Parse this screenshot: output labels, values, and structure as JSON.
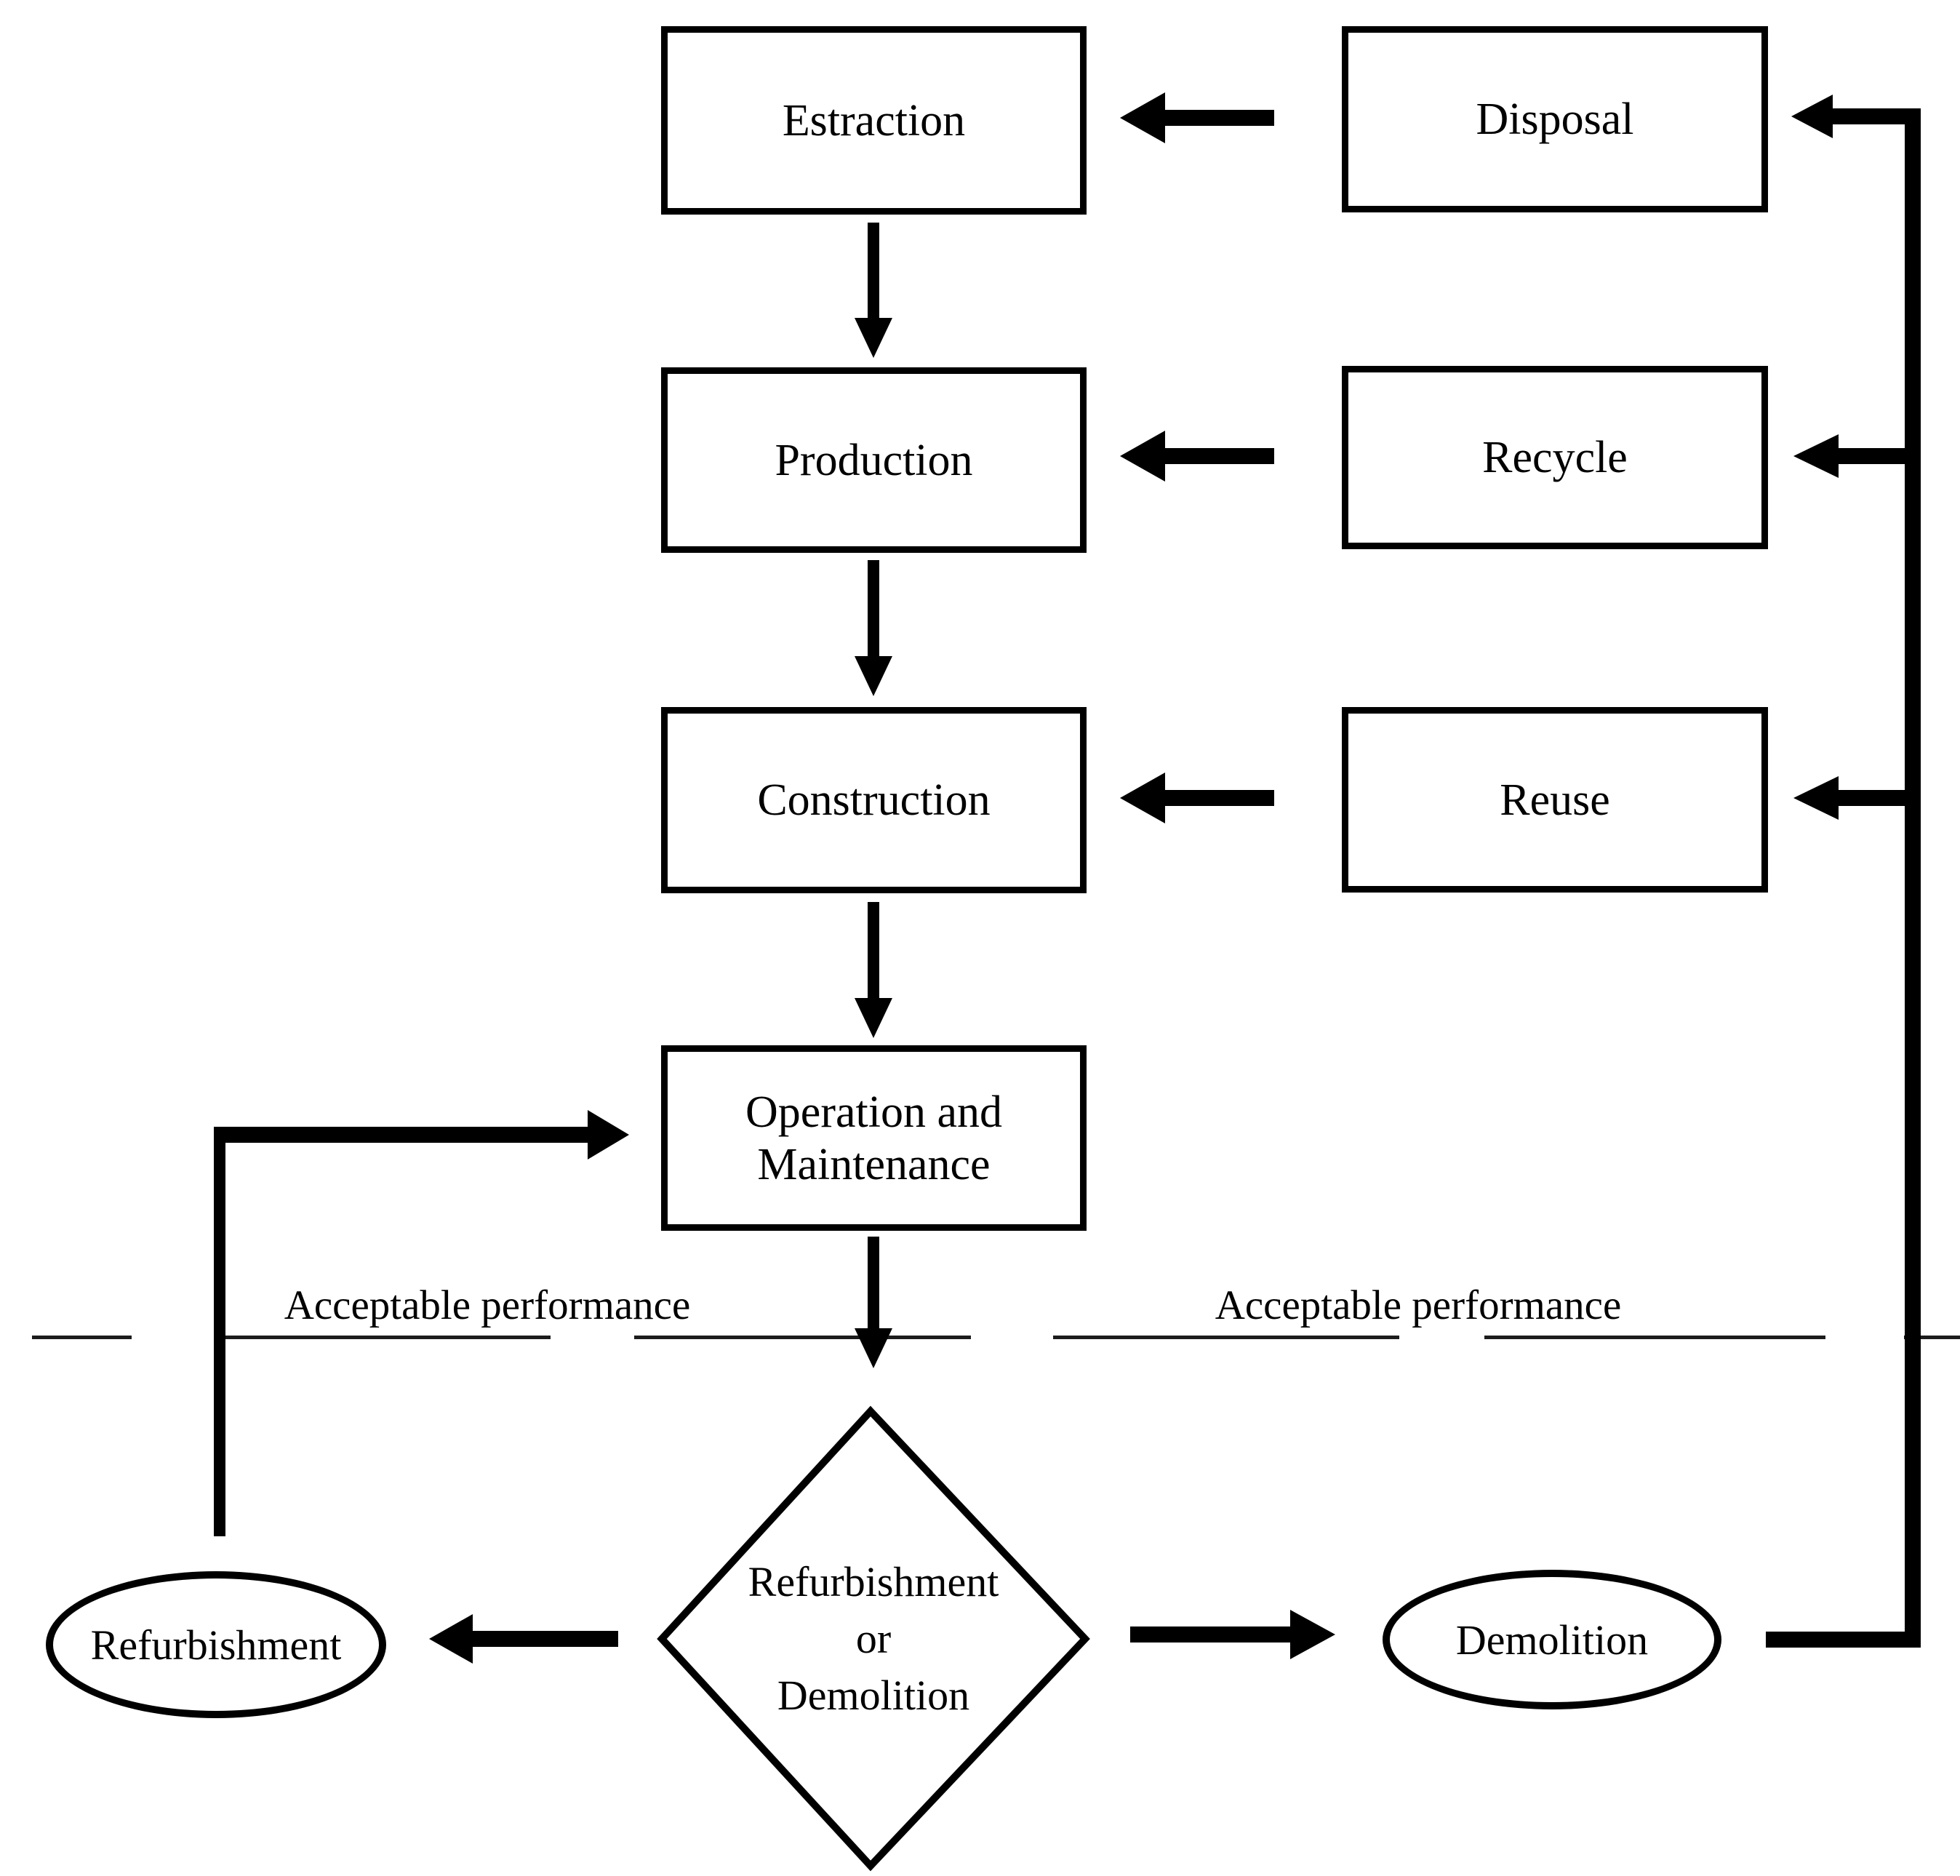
{
  "diagram": {
    "background": "#ffffff",
    "ink": "#000000",
    "dash_rule_color": "#1c1c1c",
    "boxes": {
      "estraction": "Estraction",
      "production": "Production",
      "construction": "Construction",
      "operation": "Operation and Maintenance",
      "disposal": "Disposal",
      "recycle": "Recycle",
      "reuse": "Reuse"
    },
    "decision": {
      "lines": [
        "Refurbishment",
        "or",
        "Demolition"
      ]
    },
    "terminals": {
      "refurbishment": "Refurbishment",
      "demolition": "Demolition"
    },
    "annotations": {
      "left": "Acceptable performance",
      "right": "Acceptable performance"
    }
  }
}
